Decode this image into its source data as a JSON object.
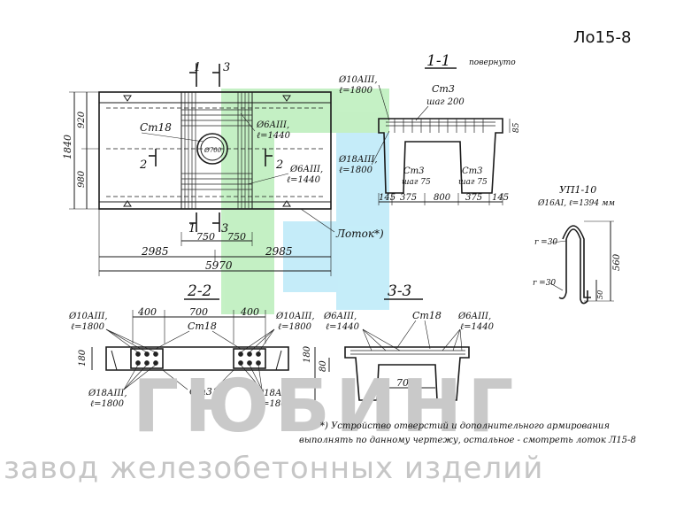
{
  "title": "Ло15-8",
  "plan": {
    "dims": {
      "total": "5970",
      "half_left": "2985",
      "half_right": "2985",
      "top_h": "920",
      "bottom_h": "980",
      "total_h": "1840",
      "gap_l": "750",
      "gap_r": "750"
    },
    "labels": {
      "st18": "Ст18",
      "rebar_a": "Ø6АIII,",
      "rebar_a_len": "ℓ=1440",
      "rebar_b": "Ø6АIII,",
      "rebar_b_len": "ℓ=1440",
      "sec1": "1",
      "sec3": "3",
      "sec2": "2",
      "lotok": "Лоток*)",
      "circle": "Ø700"
    }
  },
  "section11": {
    "title": "1-1",
    "note": "повернуто",
    "top_rebar": "Ø10АIII,",
    "top_rebar_len": "ℓ=1800",
    "st3": "Ст3",
    "step200": "шаг 200",
    "left_rebar": "Ø18АIII,",
    "left_rebar_len": "ℓ=1800",
    "st3_mid": "Ст3",
    "step75_mid": "шаг 75",
    "st3_right": "Ст3",
    "step75_right": "шаг 75",
    "height": "85",
    "dims": [
      "145",
      "375",
      "800",
      "375",
      "145"
    ]
  },
  "up": {
    "title": "УП1-10",
    "spec": "Ø16АI, ℓ=1394 мм",
    "r1": "r =30",
    "r2": "r =30",
    "h": "560",
    "h2": "50"
  },
  "section22": {
    "title": "2-2",
    "dims": [
      "400",
      "700",
      "400"
    ],
    "rebar_tl": "Ø10АIII,",
    "rebar_tl_len": "ℓ=1800",
    "rebar_tr": "Ø10АIII,",
    "rebar_tr_len": "ℓ=1800",
    "st18": "Ст18",
    "rebar_bl": "Ø18АIII,",
    "rebar_bl_len": "ℓ=1800",
    "rebar_br": "Ø18АIII,",
    "rebar_br_len": "ℓ=1800",
    "st3": "Ст3",
    "height": "180"
  },
  "section33": {
    "title": "3-3",
    "rebar_l": "Ø6АIII,",
    "rebar_l_len": "ℓ=1440",
    "st18": "Ст18",
    "rebar_r": "Ø6АIII,",
    "rebar_r_len": "ℓ=1440",
    "h1": "180",
    "h2": "80",
    "width": "700"
  },
  "footnote": {
    "line1": "*) Устройство отверстий и дополнительного армирования",
    "line2": "выполнять по данному чертежу, остальное - смотреть лоток Л15-8"
  },
  "watermark": {
    "brand": "ГЮБИНГ",
    "subtitle": "завод железобетонных изделий",
    "colors": {
      "green": "#6fdc6f",
      "blue": "#6fcff0",
      "gray": "#c9c9c9"
    }
  }
}
